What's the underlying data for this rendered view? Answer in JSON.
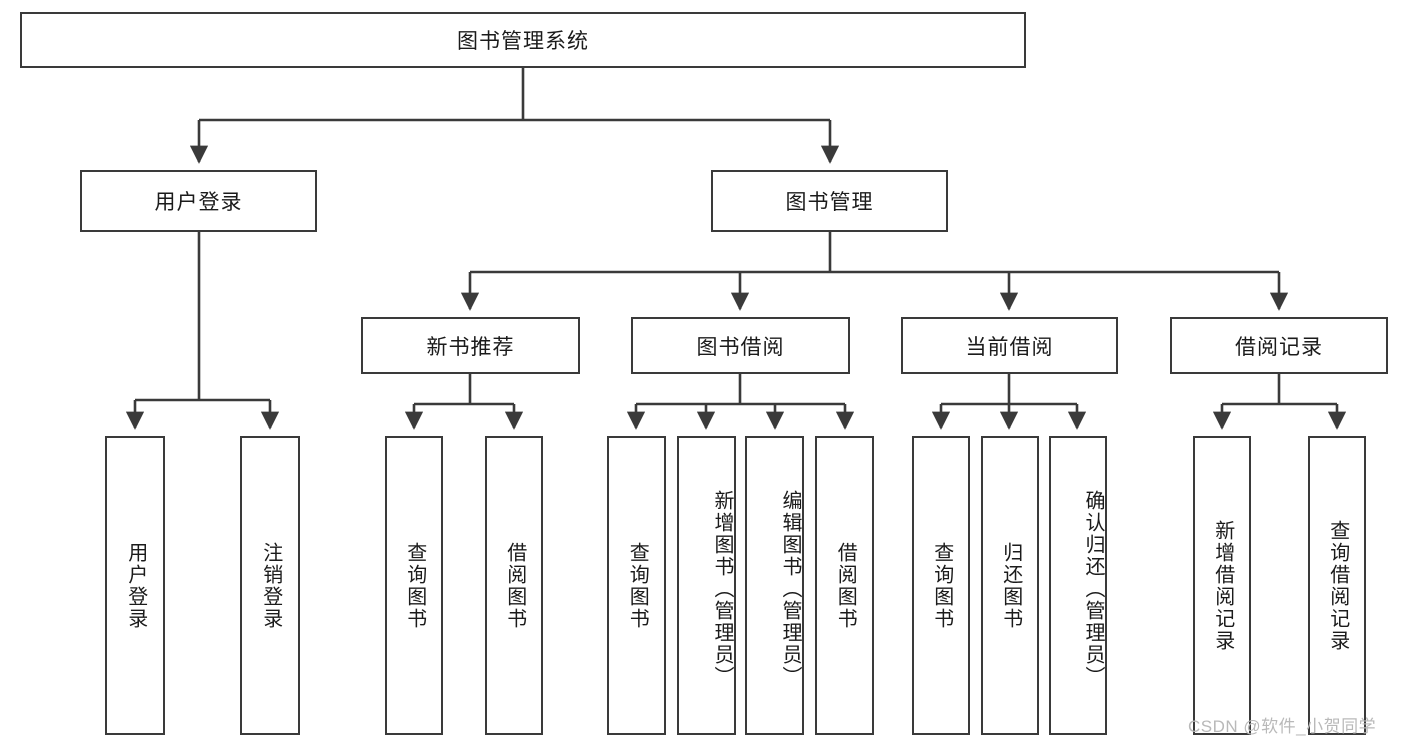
{
  "diagram": {
    "title_node": {
      "label": "图书管理系统"
    },
    "level1": [
      {
        "id": "user-login",
        "label": "用户登录"
      },
      {
        "id": "book-management",
        "label": "图书管理"
      }
    ],
    "level2": [
      {
        "id": "new-book-recommend",
        "label": "新书推荐"
      },
      {
        "id": "book-borrow",
        "label": "图书借阅"
      },
      {
        "id": "current-borrow",
        "label": "当前借阅"
      },
      {
        "id": "borrow-record",
        "label": "借阅记录"
      }
    ],
    "leaves": {
      "user_login": [
        {
          "id": "leaf-user-login",
          "label": "用户登录"
        },
        {
          "id": "leaf-logout",
          "label": "注销登录"
        }
      ],
      "new_book_recommend": [
        {
          "id": "leaf-query-book-1",
          "label": "查询图书"
        },
        {
          "id": "leaf-borrow-book-1",
          "label": "借阅图书"
        }
      ],
      "book_borrow": [
        {
          "id": "leaf-query-book-2",
          "label": "查询图书"
        },
        {
          "id": "leaf-add-book",
          "label": "新增图书（管理员）"
        },
        {
          "id": "leaf-edit-book",
          "label": "编辑图书（管理员）"
        },
        {
          "id": "leaf-borrow-book-2",
          "label": "借阅图书"
        }
      ],
      "current_borrow": [
        {
          "id": "leaf-query-book-3",
          "label": "查询图书"
        },
        {
          "id": "leaf-return-book",
          "label": "归还图书"
        },
        {
          "id": "leaf-confirm-return",
          "label": "确认归还（管理员）"
        }
      ],
      "borrow_record": [
        {
          "id": "leaf-add-record",
          "label": "新增借阅记录"
        },
        {
          "id": "leaf-query-record",
          "label": "查询借阅记录"
        }
      ]
    },
    "colors": {
      "border": "#3a3a3a",
      "background": "#ffffff",
      "text": "#1b1b1b",
      "watermark": "#b9b9b9"
    }
  },
  "watermark": {
    "text": "CSDN @软件_小贺同学"
  }
}
